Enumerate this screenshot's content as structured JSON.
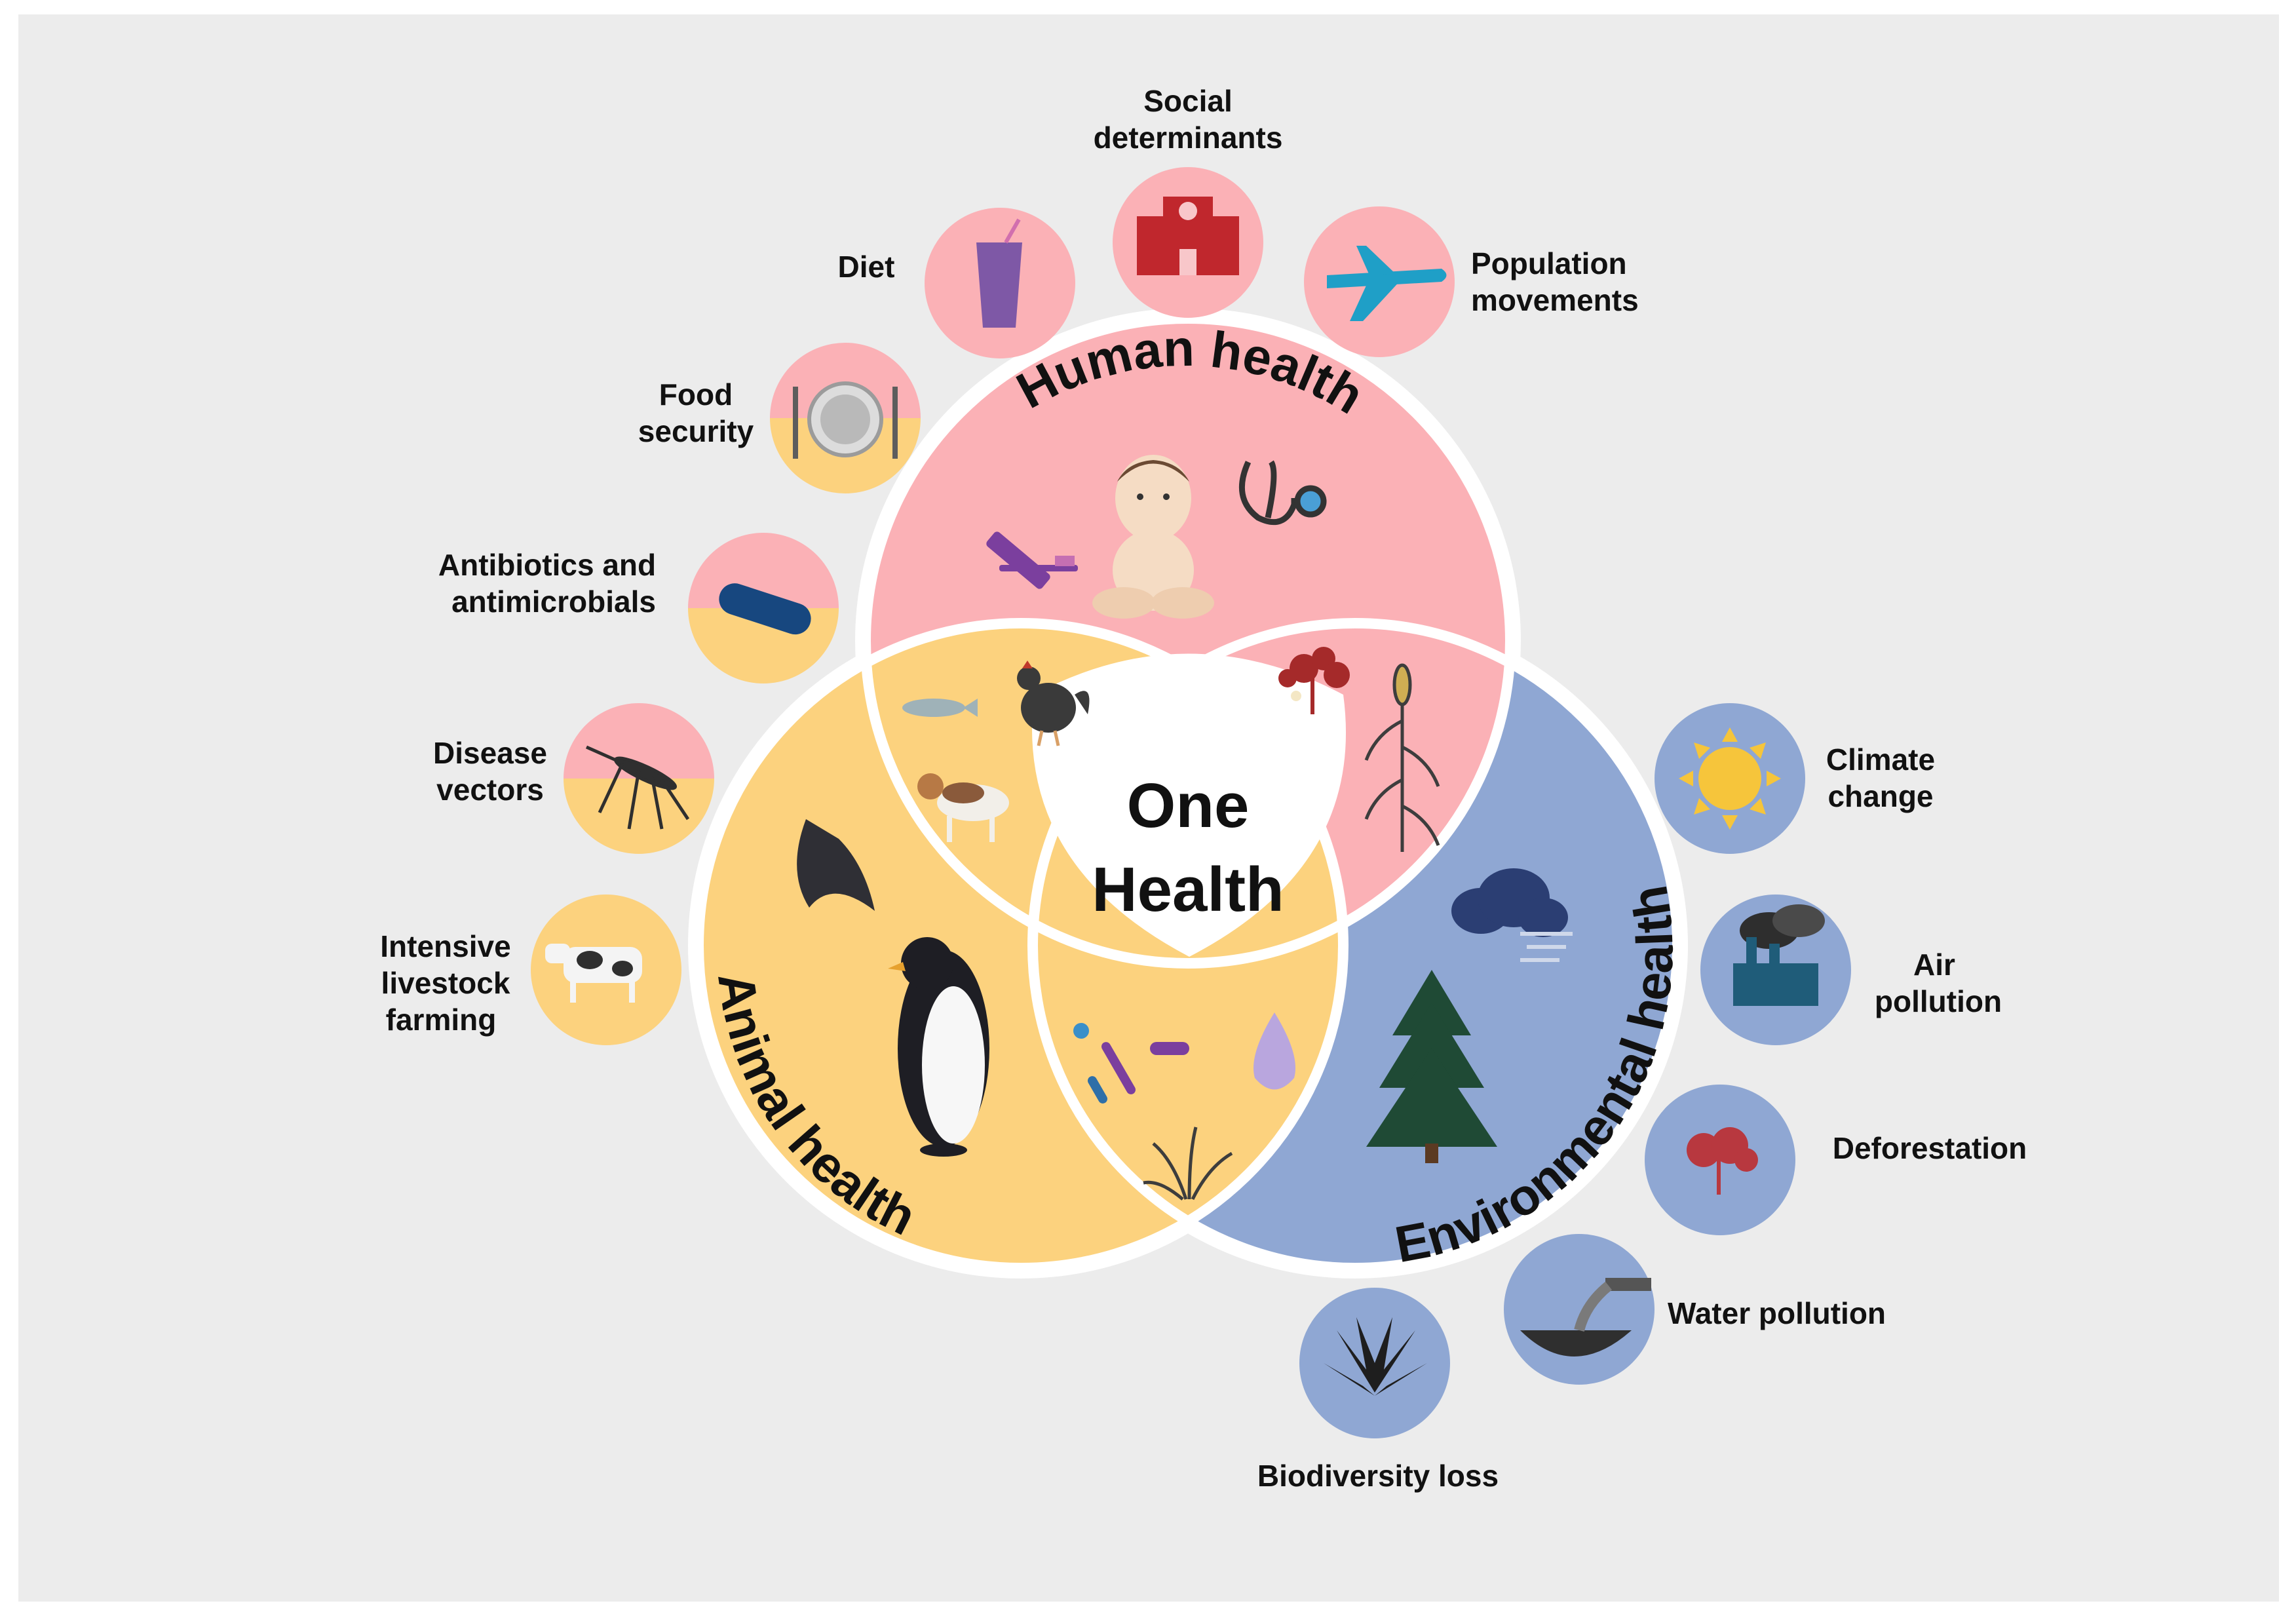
{
  "center": {
    "line1": "One",
    "line2": "Health"
  },
  "domains": {
    "human": {
      "label": "Human health",
      "color": "#fbb1b6"
    },
    "animal": {
      "label": "Animal health",
      "color": "#fcd27e"
    },
    "environmental": {
      "label": "Environmental health",
      "color": "#8fa7d3"
    }
  },
  "factors": {
    "social_determinants": {
      "line1": "Social",
      "line2": "determinants",
      "icon": "hospital-icon"
    },
    "diet": {
      "label": "Diet",
      "icon": "smoothie-icon"
    },
    "population_movements": {
      "line1": "Population",
      "line2": "movements",
      "icon": "airplane-icon"
    },
    "food_security": {
      "line1": "Food",
      "line2": "security",
      "icon": "plate-icon"
    },
    "antibiotics": {
      "line1": "Antibiotics and",
      "line2": "antimicrobials",
      "icon": "capsule-icon"
    },
    "disease_vectors": {
      "line1": "Disease",
      "line2": "vectors",
      "icon": "mosquito-icon"
    },
    "intensive_livestock": {
      "line1": "Intensive",
      "line2": "livestock",
      "line3": "farming",
      "icon": "cow-icon"
    },
    "climate_change": {
      "line1": "Climate",
      "line2": "change",
      "icon": "sun-icon"
    },
    "air_pollution": {
      "line1": "Air",
      "line2": "pollution",
      "icon": "factory-icon"
    },
    "deforestation": {
      "label": "Deforestation",
      "icon": "fallen-tree-icon"
    },
    "water_pollution": {
      "label": "Water pollution",
      "icon": "sewage-pipe-icon"
    },
    "biodiversity_loss": {
      "label": "Biodiversity loss",
      "icon": "agave-icon"
    }
  },
  "colors": {
    "background": "#ececec",
    "human": "#fbb1b6",
    "animal": "#fcd27e",
    "environmental": "#8fa7d3",
    "center": "#ffffff"
  }
}
